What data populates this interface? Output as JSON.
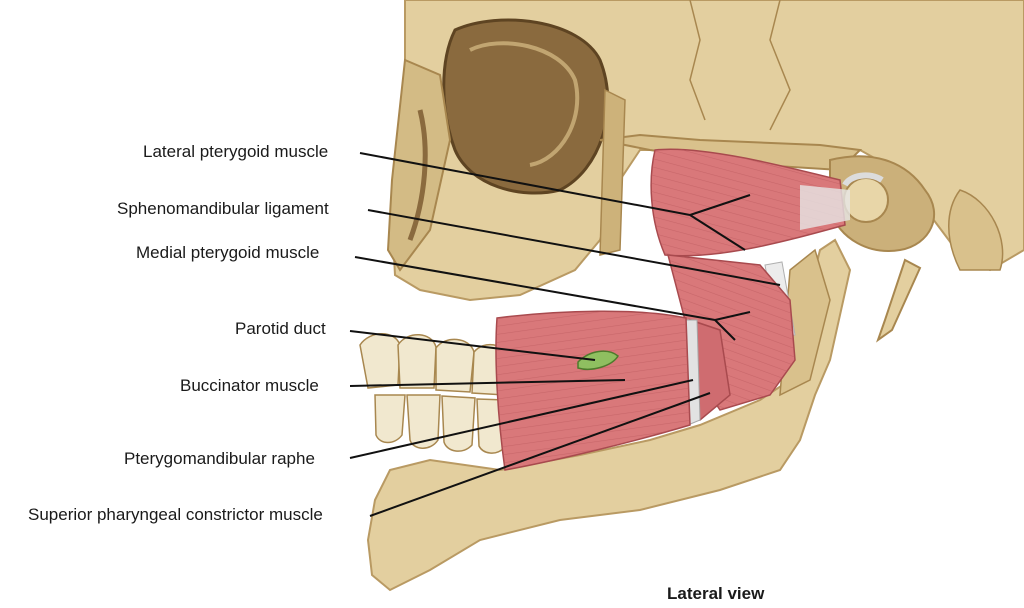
{
  "figure": {
    "caption": "Lateral view",
    "labels": {
      "lateral_pterygoid": "Lateral pterygoid muscle",
      "sphenomandibular": "Sphenomandibular ligament",
      "medial_pterygoid": "Medial pterygoid muscle",
      "parotid_duct": "Parotid duct",
      "buccinator": "Buccinator muscle",
      "pterygomandibular": "Pterygomandibular raphe",
      "superior_pharyngeal": "Superior pharyngeal constrictor muscle"
    }
  },
  "colors": {
    "bone": "#e3cf9f",
    "bone_shadow": "#b99a63",
    "muscle": "#d9787a",
    "muscle_dark": "#b8575b",
    "tendon": "#e6e6e6",
    "duct": "#8fbf60"
  }
}
